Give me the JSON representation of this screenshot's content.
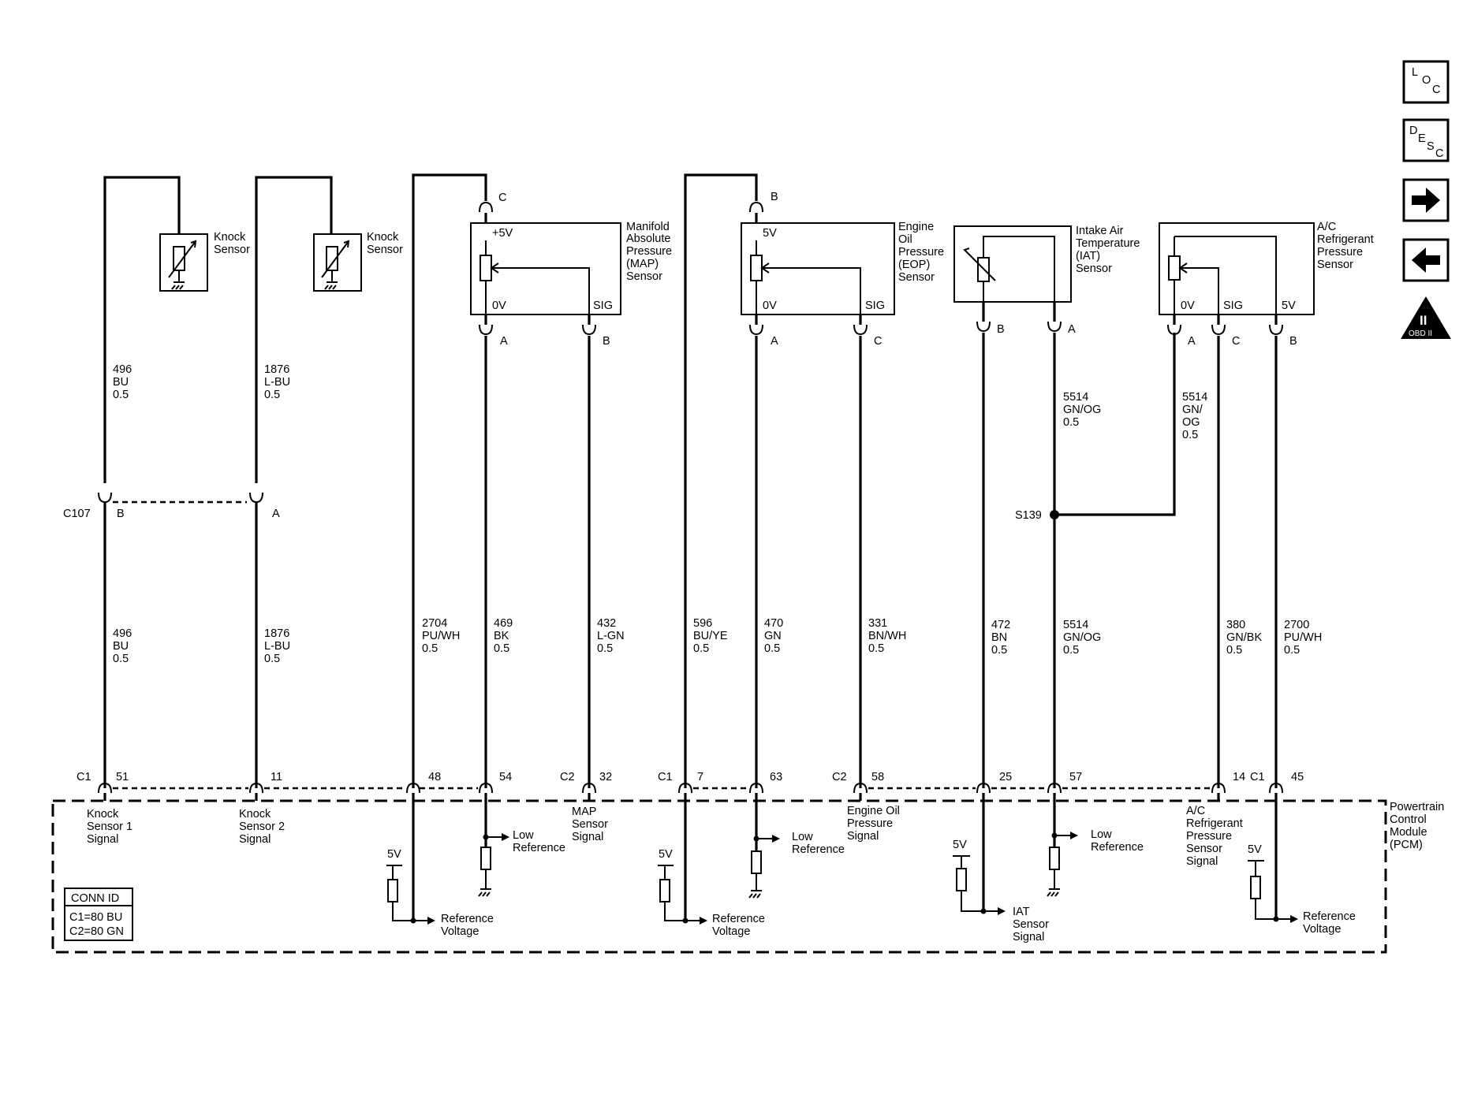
{
  "nav": {
    "loc": [
      "L",
      "O",
      "C"
    ],
    "desc": [
      "D",
      "E",
      "S",
      "C"
    ],
    "obd": "OBD II",
    "obd_numeral": "II"
  },
  "components": {
    "knock1": "Knock Sensor",
    "knock2": "Knock Sensor",
    "map": {
      "name": [
        "Manifold",
        "Absolute",
        "Pressure",
        "(MAP)",
        "Sensor"
      ],
      "plus5v": "+5V",
      "zero_v": "0V",
      "sig": "SIG",
      "pin_top": "C",
      "pin_a": "A",
      "pin_b": "B"
    },
    "eop": {
      "name": [
        "Engine",
        "Oil",
        "Pressure",
        "(EOP)",
        "Sensor"
      ],
      "five_v": "5V",
      "zero_v": "0V",
      "sig": "SIG",
      "pin_top": "B",
      "pin_a": "A",
      "pin_c": "C"
    },
    "iat": {
      "name": [
        "Intake Air",
        "Temperature",
        "(IAT)",
        "Sensor"
      ],
      "pin_b": "B",
      "pin_a": "A"
    },
    "ac": {
      "name": [
        "A/C",
        "Refrigerant",
        "Pressure",
        "Sensor"
      ],
      "zero_v": "0V",
      "sig": "SIG",
      "five_v": "5V",
      "pin_a": "A",
      "pin_c": "C",
      "pin_b": "B"
    }
  },
  "connector_c107": {
    "name": "C107",
    "pin_b": "B",
    "pin_a": "A"
  },
  "splice": "S139",
  "wire_labels": {
    "k1_top": [
      "496",
      "BU",
      "0.5"
    ],
    "k2_top": [
      "1876",
      "L-BU",
      "0.5"
    ],
    "iat_a_top": [
      "5514",
      "GN/OG",
      "0.5"
    ],
    "ac_a_top": [
      "5514",
      "GN/",
      "OG",
      "0.5"
    ],
    "k1_bot": [
      "496",
      "BU",
      "0.5"
    ],
    "k2_bot": [
      "1876",
      "L-BU",
      "0.5"
    ],
    "w2704": [
      "2704",
      "PU/WH",
      "0.5"
    ],
    "w469": [
      "469",
      "BK",
      "0.5"
    ],
    "w432": [
      "432",
      "L-GN",
      "0.5"
    ],
    "w596": [
      "596",
      "BU/YE",
      "0.5"
    ],
    "w470": [
      "470",
      "GN",
      "0.5"
    ],
    "w331": [
      "331",
      "BN/WH",
      "0.5"
    ],
    "w472": [
      "472",
      "BN",
      "0.5"
    ],
    "w5514": [
      "5514",
      "GN/OG",
      "0.5"
    ],
    "w380": [
      "380",
      "GN/BK",
      "0.5"
    ],
    "w2700": [
      "2700",
      "PU/WH",
      "0.5"
    ]
  },
  "pcm_pins": {
    "c1_a": "C1",
    "p51": "51",
    "p11": "11",
    "p48": "48",
    "p54": "54",
    "c2_a": "C2",
    "p32": "32",
    "c1_b": "C1",
    "p7": "7",
    "p63": "63",
    "c2_b": "C2",
    "p58": "58",
    "p25": "25",
    "p57": "57",
    "p14": "14",
    "c1_c": "C1",
    "p45": "45"
  },
  "pcm": {
    "name": [
      "Powertrain",
      "Control",
      "Module",
      "(PCM)"
    ],
    "knock1_signal": [
      "Knock",
      "Sensor 1",
      "Signal"
    ],
    "knock2_signal": [
      "Knock",
      "Sensor 2",
      "Signal"
    ],
    "map_signal": [
      "MAP",
      "Sensor",
      "Signal"
    ],
    "eop_signal": [
      "Engine Oil",
      "Pressure",
      "Signal"
    ],
    "ac_signal": [
      "A/C",
      "Refrigerant",
      "Pressure",
      "Sensor",
      "Signal"
    ],
    "low_ref": [
      "Low",
      "Reference"
    ],
    "ref_voltage": [
      "Reference",
      "Voltage"
    ],
    "iat_signal": [
      "IAT",
      "Sensor",
      "Signal"
    ],
    "five_v": "5V"
  },
  "conn_id": {
    "title": "CONN ID",
    "rows": [
      "C1=80 BU",
      "C2=80 GN"
    ]
  }
}
